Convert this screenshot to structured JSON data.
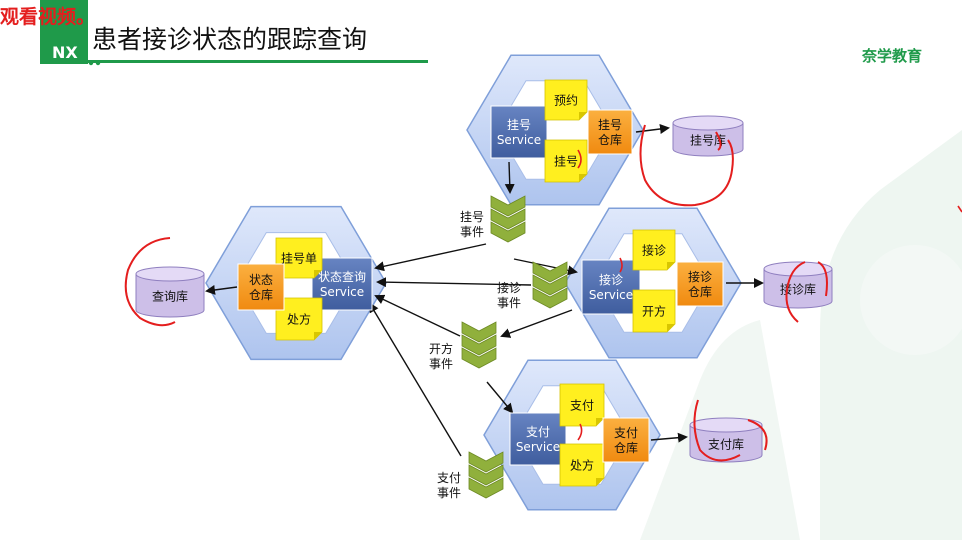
{
  "header": {
    "watermark": "观看视频。",
    "title": "患者接诊状态的跟踪查询",
    "logo_text": "NX",
    "brand": "奈学教育"
  },
  "colors": {
    "accent_green": "#1f9a4a",
    "hex_fill": "#c9d9f5",
    "service_fill": "#4f6fae",
    "repo_fill": "#f79a1d",
    "note_fill": "#ffef1f",
    "event_fill": "#8fae3a",
    "db_fill": "#d5c8ec",
    "annotation_red": "#e41e1e"
  },
  "services": {
    "register": {
      "service": [
        "挂号",
        "Service"
      ],
      "repo": [
        "挂号",
        "仓库"
      ],
      "note_top": "预约",
      "note_bottom": "挂号",
      "db": "挂号库"
    },
    "consult": {
      "service": [
        "接诊",
        "Service"
      ],
      "repo": [
        "接诊",
        "仓库"
      ],
      "note_top": "接诊",
      "note_bottom": "开方",
      "db": "接诊库"
    },
    "query": {
      "service": [
        "状态查询",
        "Service"
      ],
      "repo": [
        "状态",
        "仓库"
      ],
      "note_top": "挂号单",
      "note_bottom": "处方",
      "db": "查询库"
    },
    "payment": {
      "service": [
        "支付",
        "Service"
      ],
      "repo": [
        "支付",
        "仓库"
      ],
      "note_top": "支付",
      "note_bottom": "处方",
      "db": "支付库"
    }
  },
  "events": {
    "register": [
      "挂号",
      "事件"
    ],
    "consult": [
      "接诊",
      "事件"
    ],
    "prescribe": [
      "开方",
      "事件"
    ],
    "pay": [
      "支付",
      "事件"
    ]
  }
}
